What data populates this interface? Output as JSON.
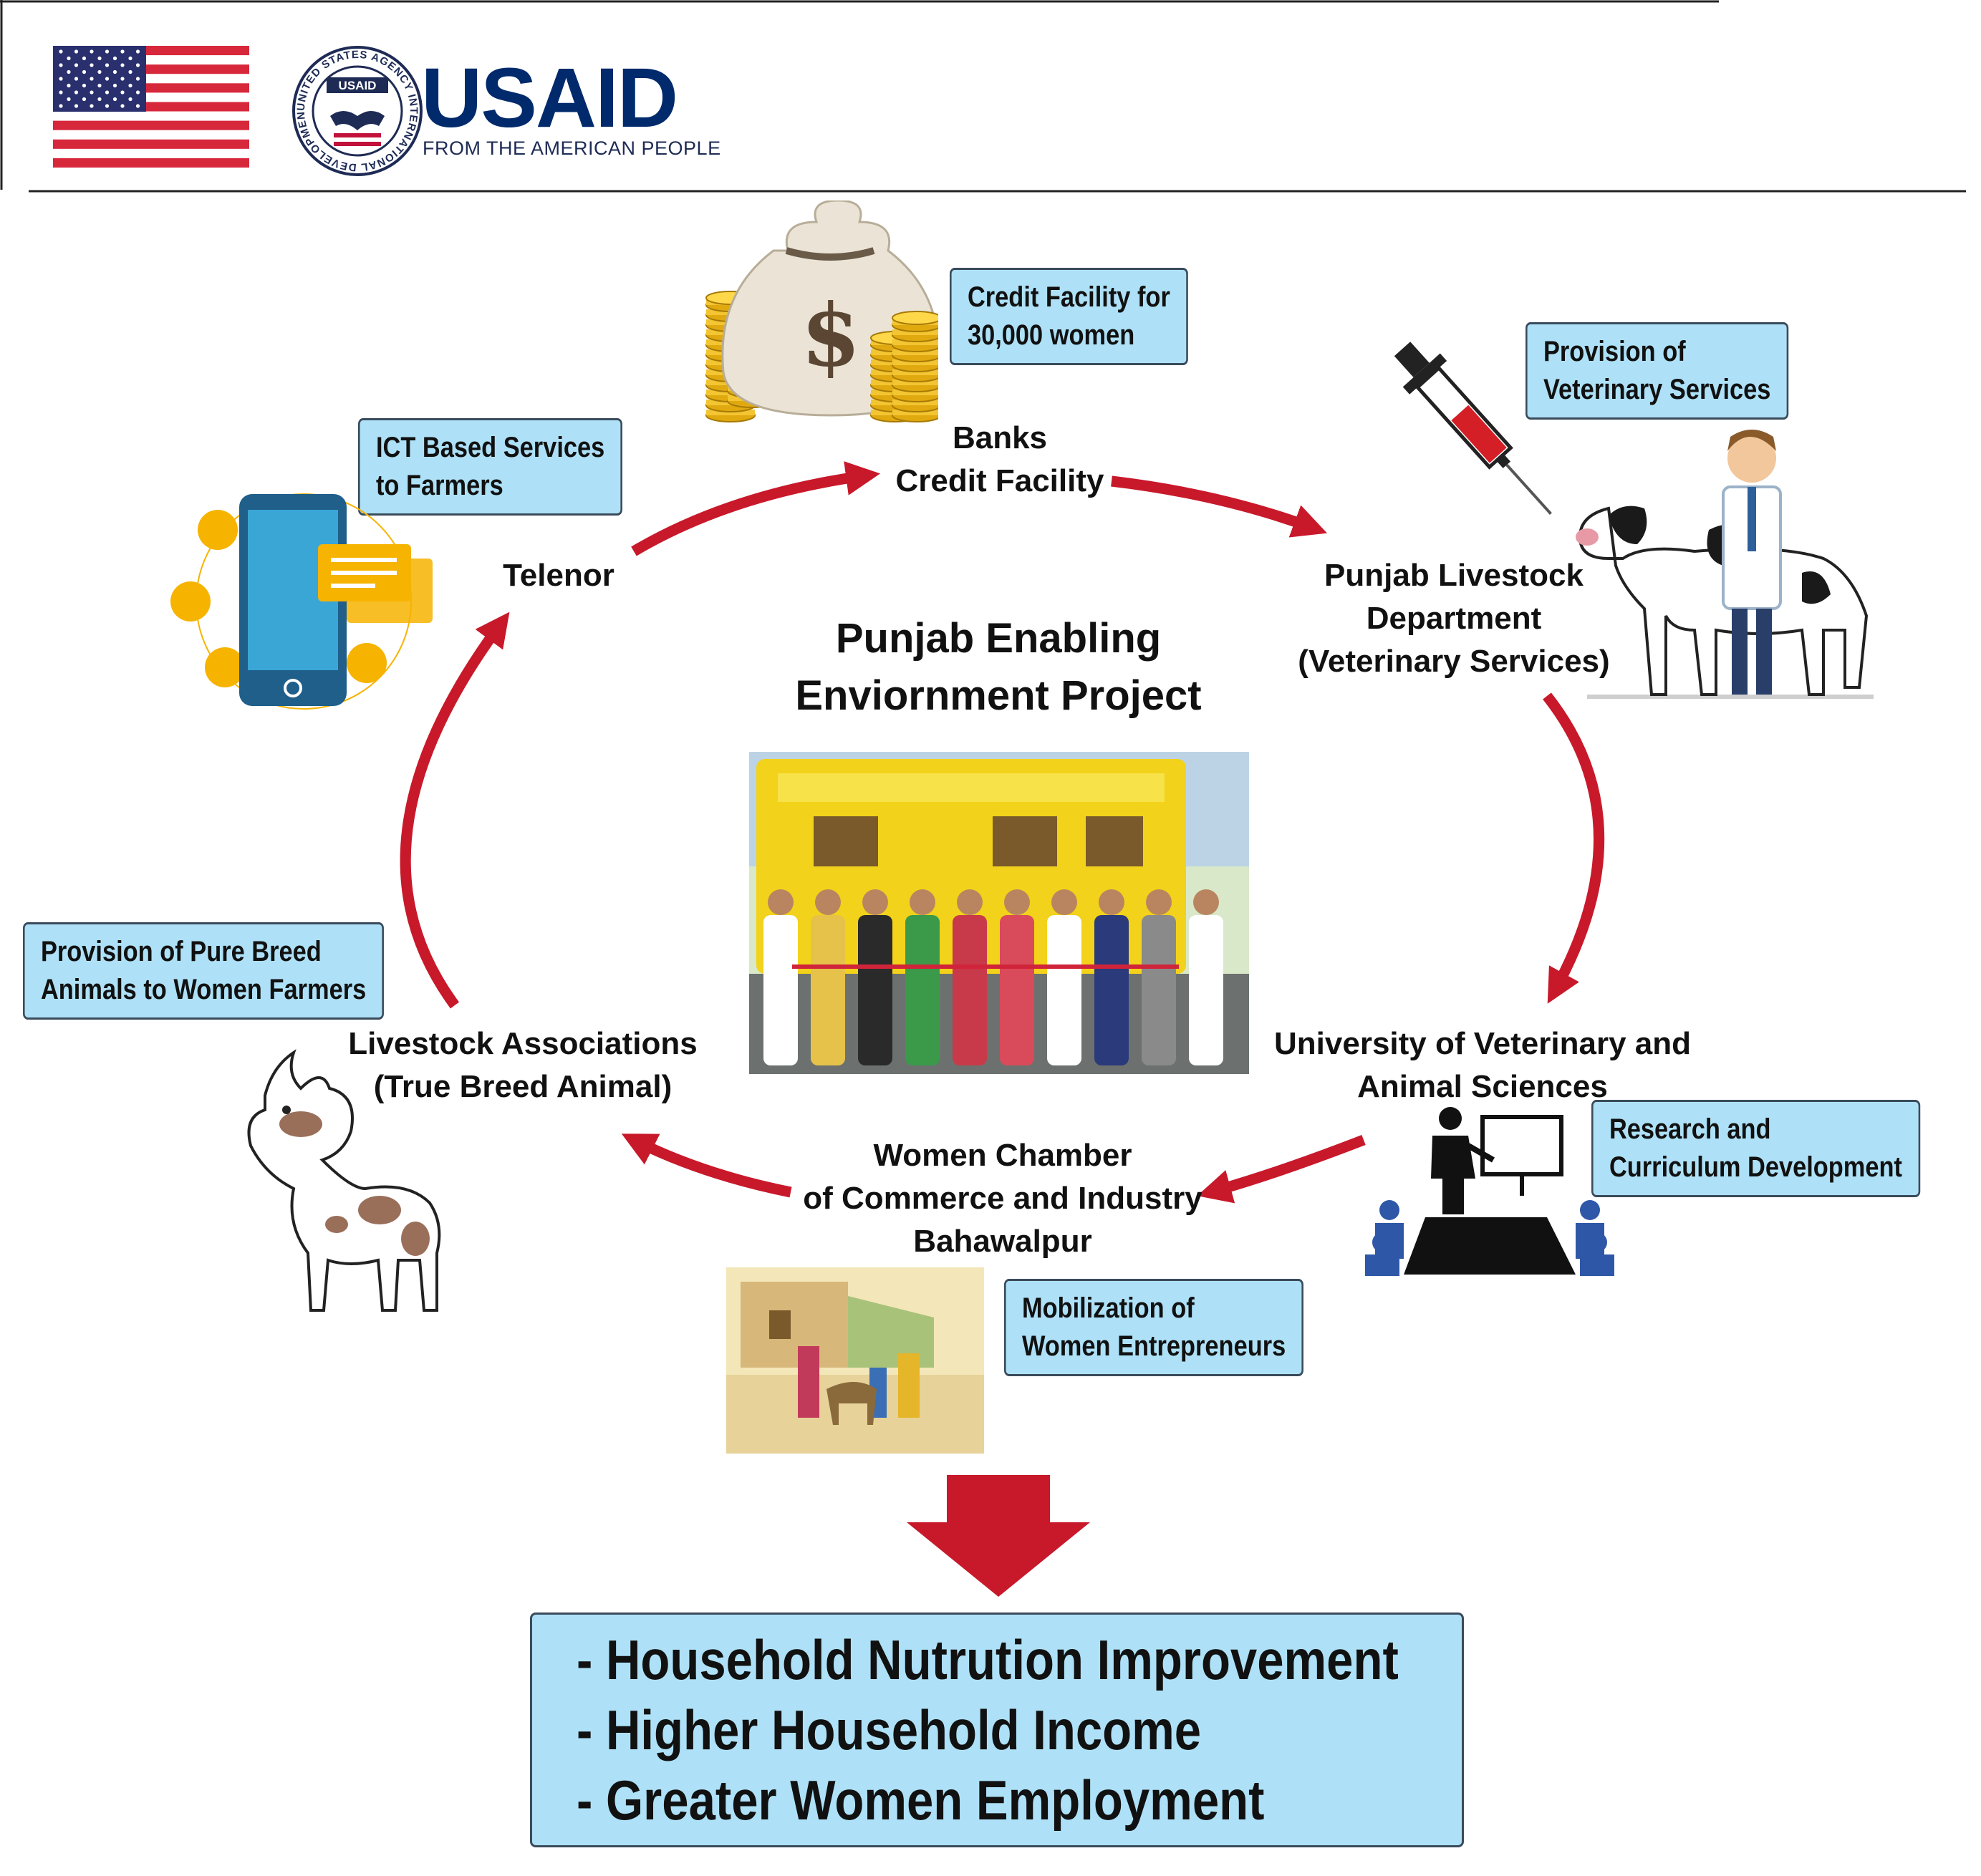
{
  "header": {
    "logo_wordmark": "USAID",
    "logo_tagline": "FROM THE AMERICAN PEOPLE",
    "seal_text": "UNITED STATES AGENCY INTERNATIONAL DEVELOPMENT",
    "seal_badge": "USAID"
  },
  "center_title": [
    "Punjab Enabling",
    "Enviornment Project"
  ],
  "nodes": {
    "banks": [
      "Banks",
      "Credit Facility"
    ],
    "punjab_livestock": [
      "Punjab Livestock",
      "Department",
      "(Veterinary Services)"
    ],
    "university": [
      "University of Veterinary and",
      "Animal Sciences"
    ],
    "women_chamber": [
      "Women Chamber",
      "of Commerce and Industry",
      "Bahawalpur"
    ],
    "livestock_assoc": [
      "Livestock Associations",
      "(True Breed Animal)"
    ],
    "telenor": [
      "Telenor"
    ]
  },
  "callouts": {
    "credit": [
      "Credit Facility for",
      "30,000 women"
    ],
    "veterinary": [
      "Provision of",
      "Veterinary Services"
    ],
    "research": [
      "Research and",
      "Curriculum Development"
    ],
    "mobilization": [
      "Mobilization of",
      "Women Entrepreneurs"
    ],
    "pure_breed": [
      "Provision of Pure Breed",
      "Animals to Women Farmers"
    ],
    "ict": [
      "ICT Based Services",
      "to Farmers"
    ]
  },
  "outcomes": [
    "- Household Nutrution Improvement",
    "- Higher Household Income",
    "- Greater Women Employment"
  ],
  "colors": {
    "arrow_red": "#c8192b",
    "callout_fill": "#aee1f7",
    "callout_border": "#3a4b5c",
    "usaid_navy": "#002a6c",
    "usaid_red": "#c2113a"
  },
  "icons": [
    "us-flag",
    "usaid-seal",
    "money-bag-coins-icon",
    "syringe-icon",
    "vet-with-cow-icon",
    "smartphone-chat-icon",
    "goat-icon",
    "presentation-audience-icon"
  ]
}
